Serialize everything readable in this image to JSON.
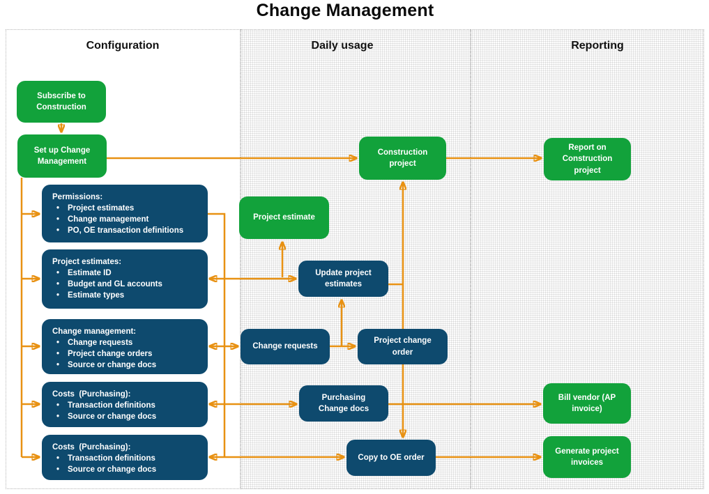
{
  "title": "Change Management",
  "colors": {
    "node_green": "#12A23B",
    "node_blue": "#0E4A6E",
    "arrow_orange": "#E89112"
  },
  "columns": {
    "configuration_label": "Configuration",
    "daily_usage_label": "Daily usage",
    "reporting_label": "Reporting"
  },
  "configuration": {
    "subscribe": "Subscribe to Construction",
    "setup": "Set up Change Management",
    "boxes": [
      {
        "title": "Permissions:",
        "items": [
          "Project estimates",
          "Change management",
          "PO, OE transaction definitions"
        ]
      },
      {
        "title": "Project estimates:",
        "items": [
          "Estimate ID",
          "Budget and GL accounts",
          "Estimate types"
        ]
      },
      {
        "title": "Change management:",
        "items": [
          "Change requests",
          "Project change orders",
          "Source or change docs"
        ]
      },
      {
        "title": "Costs  (Purchasing):",
        "items": [
          "Transaction definitions",
          "Source or change docs"
        ]
      },
      {
        "title": "Costs  (Purchasing):",
        "items": [
          "Transaction definitions",
          "Source or change docs"
        ]
      }
    ]
  },
  "daily_usage": {
    "construction_project": "Construction project",
    "project_estimate": "Project estimate",
    "update_project_estimates": "Update project estimates",
    "change_requests": "Change requests",
    "project_change_order": "Project change order",
    "purchasing_change_docs": "Purchasing Change docs",
    "copy_to_oe_order": "Copy to OE order"
  },
  "reporting": {
    "report_on_construction_project": "Report on Construction project",
    "bill_vendor": "Bill vendor (AP invoice)",
    "generate_project_invoices": "Generate project invoices"
  }
}
